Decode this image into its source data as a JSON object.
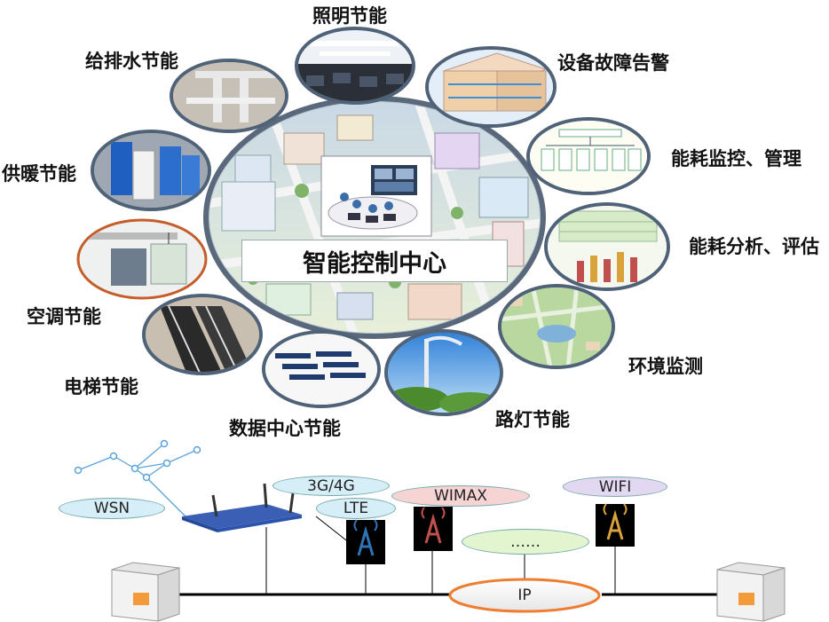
{
  "center": {
    "title": "智能控制中心"
  },
  "features": {
    "lighting": "照明节能",
    "water": "给排水节能",
    "fault_alarm": "设备故障告警",
    "heating": "供暖节能",
    "energy_monitor": "能耗监控、管理",
    "energy_analysis": "能耗分析、评估",
    "hvac": "空调节能",
    "environment": "环境监测",
    "elevator": "电梯节能",
    "street_light": "路灯节能",
    "datacenter": "数据中心节能"
  },
  "network": {
    "wsn": "WSN",
    "cellular": "3G/4G",
    "lte": "LTE",
    "wimax": "WIMAX",
    "wifi": "WIFI",
    "more": "……",
    "ip": "IP"
  },
  "colors": {
    "oval_border": "#4f6277",
    "pill_blue": "#d6eef7",
    "pill_pink": "#f6d4d4",
    "pill_green": "#e2f5cf",
    "pill_purple": "#e3d8f2",
    "ip_border": "#ee7d31",
    "tower_blue": "#2e75b6",
    "tower_red": "#c0504d",
    "tower_gold": "#d9a23a"
  }
}
